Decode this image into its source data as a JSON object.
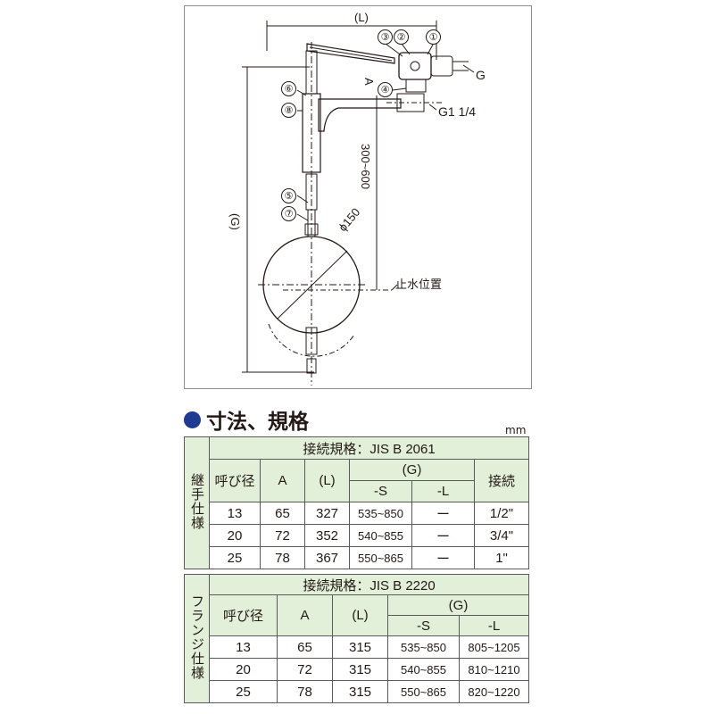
{
  "drawing": {
    "labels": {
      "L": "(L)",
      "G_dim": "(G)",
      "G_thread": "G",
      "G_inlet": "G1 1/4",
      "A": "A",
      "range": "300~600",
      "diameter": "ϕ150",
      "stop_level": "止水位置"
    },
    "parts": [
      "①",
      "②",
      "③",
      "④",
      "⑤",
      "⑥",
      "⑦",
      "⑧"
    ]
  },
  "section": {
    "title": "寸法、規格",
    "unit": "mm"
  },
  "table1": {
    "side_label": "継手仕様",
    "standard": "接続規格：JIS B 2061",
    "headers": {
      "size": "呼び径",
      "a": "A",
      "l": "(L)",
      "g": "(G)",
      "s": "-S",
      "lcol": "-L",
      "conn": "接続"
    },
    "rows": [
      {
        "size": "13",
        "a": "65",
        "l": "327",
        "s": "535~850",
        "lcol": "ー",
        "conn": "1/2\""
      },
      {
        "size": "20",
        "a": "72",
        "l": "352",
        "s": "540~855",
        "lcol": "ー",
        "conn": "3/4\""
      },
      {
        "size": "25",
        "a": "78",
        "l": "367",
        "s": "550~865",
        "lcol": "ー",
        "conn": "1\""
      }
    ]
  },
  "table2": {
    "side_label": "フランジ仕様",
    "standard": "接続規格：JIS B 2220",
    "headers": {
      "size": "呼び径",
      "a": "A",
      "l": "(L)",
      "g": "(G)",
      "s": "-S",
      "lcol": "-L"
    },
    "rows": [
      {
        "size": "13",
        "a": "65",
        "l": "315",
        "s": "535~850",
        "lcol": "805~1205"
      },
      {
        "size": "20",
        "a": "72",
        "l": "315",
        "s": "540~855",
        "lcol": "810~1210"
      },
      {
        "size": "25",
        "a": "78",
        "l": "315",
        "s": "550~865",
        "lcol": "820~1220"
      }
    ]
  }
}
